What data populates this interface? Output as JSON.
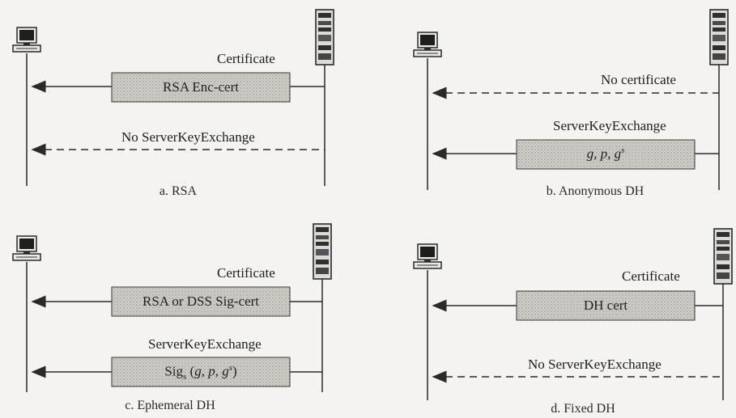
{
  "panels": [
    {
      "caption": "a. RSA",
      "cert_label": "Certificate",
      "cert_box": "RSA Enc-cert",
      "ske_label": "No ServerKeyExchange"
    },
    {
      "caption": "b. Anonymous DH",
      "cert_label": "No certificate",
      "ske_label": "ServerKeyExchange",
      "ske_box_g": "g",
      "ske_box_p": "p",
      "ske_box_sep": ",",
      "ske_box_gs_base": "g",
      "ske_box_gs_exp": "s"
    },
    {
      "caption": "c. Ephemeral DH",
      "cert_label": "Certificate",
      "cert_box": "RSA or DSS Sig-cert",
      "ske_label": "ServerKeyExchange",
      "ske_box_sig": "Sig",
      "ske_box_sig_sub": "s",
      "ske_box_open": "(",
      "ske_box_g": "g",
      "ske_box_p": "p",
      "ske_box_sep": ",",
      "ske_box_gs_base": "g",
      "ske_box_gs_exp": "s",
      "ske_box_close": ")"
    },
    {
      "caption": "d. Fixed DH",
      "cert_label": "Certificate",
      "cert_box": "DH cert",
      "ske_label": "No ServerKeyExchange"
    }
  ],
  "icons": {
    "client": "computer-terminal-icon",
    "server": "server-tower-icon"
  },
  "colors": {
    "line": "#2a2a2a",
    "box_fill": "#c9c7c2",
    "box_stroke": "#3a3a3a",
    "background": "#f4f3ef"
  }
}
